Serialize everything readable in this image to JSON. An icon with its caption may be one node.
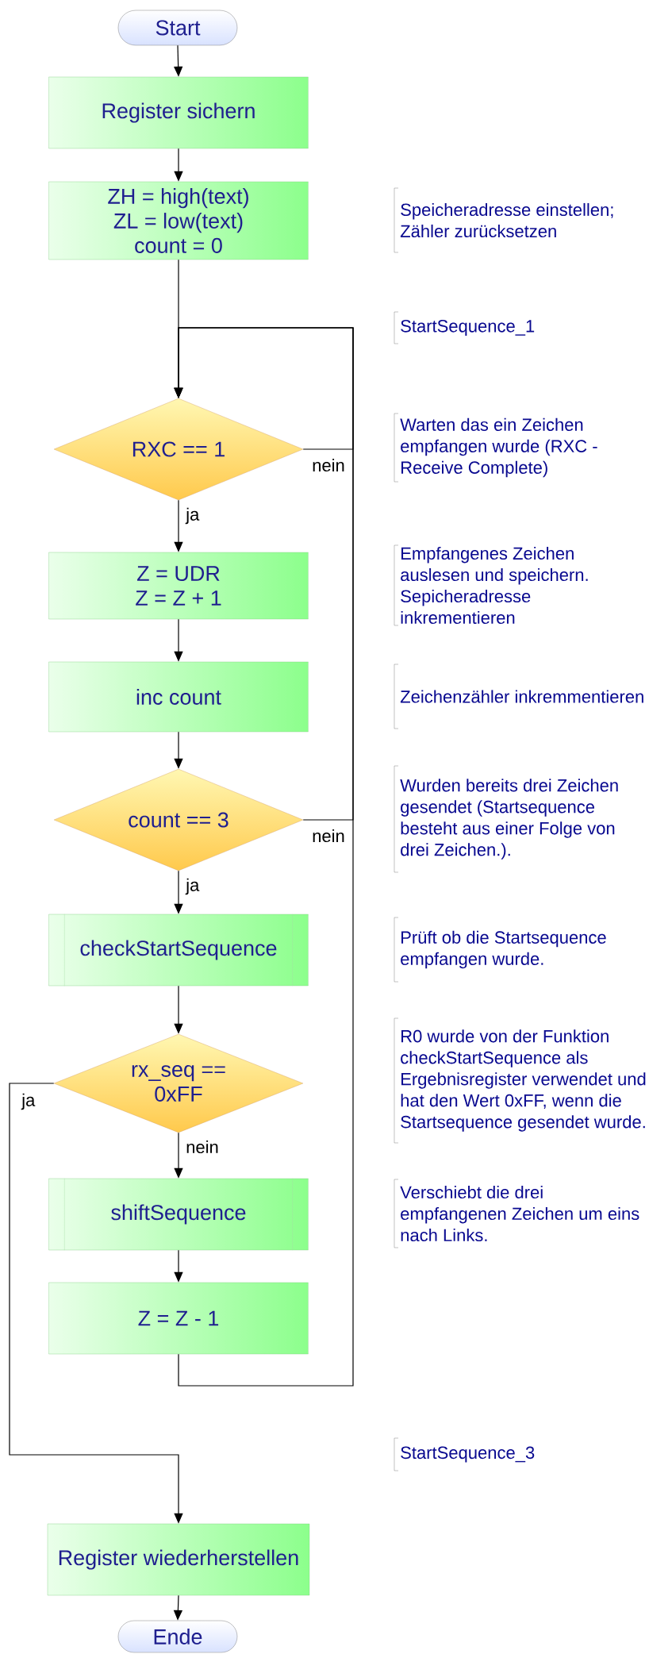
{
  "diagram": {
    "nodes": [
      {
        "text": [
          "Start"
        ]
      },
      {
        "text": [
          "Register sichern"
        ]
      },
      {
        "text": [
          "ZH = high(text)",
          "ZL = low(text)",
          "count = 0"
        ]
      },
      {
        "text": [
          "RXC == 1"
        ]
      },
      {
        "text": [
          "Z = UDR",
          "Z = Z + 1"
        ]
      },
      {
        "text": [
          "inc count"
        ]
      },
      {
        "text": [
          "count == 3"
        ]
      },
      {
        "text": [
          "checkStartSequence"
        ]
      },
      {
        "text": [
          "rx_seq == 0xFF"
        ]
      },
      {
        "text": [
          "shiftSequence"
        ]
      },
      {
        "text": [
          "Z = Z - 1"
        ]
      },
      {
        "text": [
          "Register wiederherstellen"
        ]
      },
      {
        "text": [
          "Ende"
        ]
      }
    ],
    "edges": [
      {
        "from": 0,
        "to": 1,
        "arrow": "to"
      },
      {
        "from": 1,
        "to": 2,
        "arrow": "to"
      },
      {
        "from": 2,
        "to": 3,
        "arrow": "to"
      },
      {
        "from": 3,
        "to": 4,
        "arrow": "to",
        "label": "ja"
      },
      {
        "from": 3,
        "to": 3,
        "arrow": "to",
        "label": "nein"
      },
      {
        "from": 4,
        "to": 5,
        "arrow": "to"
      },
      {
        "from": 5,
        "to": 6,
        "arrow": "to"
      },
      {
        "from": 6,
        "to": 7,
        "arrow": "to",
        "label": "ja"
      },
      {
        "from": 6,
        "to": 3,
        "arrow": "to",
        "label": "nein"
      },
      {
        "from": 7,
        "to": 8,
        "arrow": "to"
      },
      {
        "from": 8,
        "to": 11,
        "arrow": "to",
        "label": "ja"
      },
      {
        "from": 8,
        "to": 9,
        "arrow": "to",
        "label": "nein"
      },
      {
        "from": 9,
        "to": 10,
        "arrow": "to"
      },
      {
        "from": 10,
        "to": 3,
        "arrow": "to"
      },
      {
        "from": 11,
        "to": 12,
        "arrow": "to"
      }
    ],
    "labels": [
      "Speicheradresse einstellen; Zähler zurücksetzen",
      "StartSequence_1",
      "Warten das ein Zeichen empfangen wurde (RXC - Receive Complete)",
      "Empfangenes Zeichen auslesen und speichern. Sepicheradresse inkrementieren",
      "Zeichenzähler inkremmentieren",
      "Wurden bereits drei Zeichen gesendet (Startsequence besteht aus einer Folge von drei Zeichen.).",
      "Prüft ob die Startsequence empfangen wurde.",
      "R0 wurde von der Funktion checkStartSequence als Ergebnisregister verwendet und hat den Wert 0xFF, wenn die Startsequence gesendet wurde.",
      "Verschiebt die drei empfangenen Zeichen um eins nach Links.",
      "StartSequence_3"
    ]
  }
}
